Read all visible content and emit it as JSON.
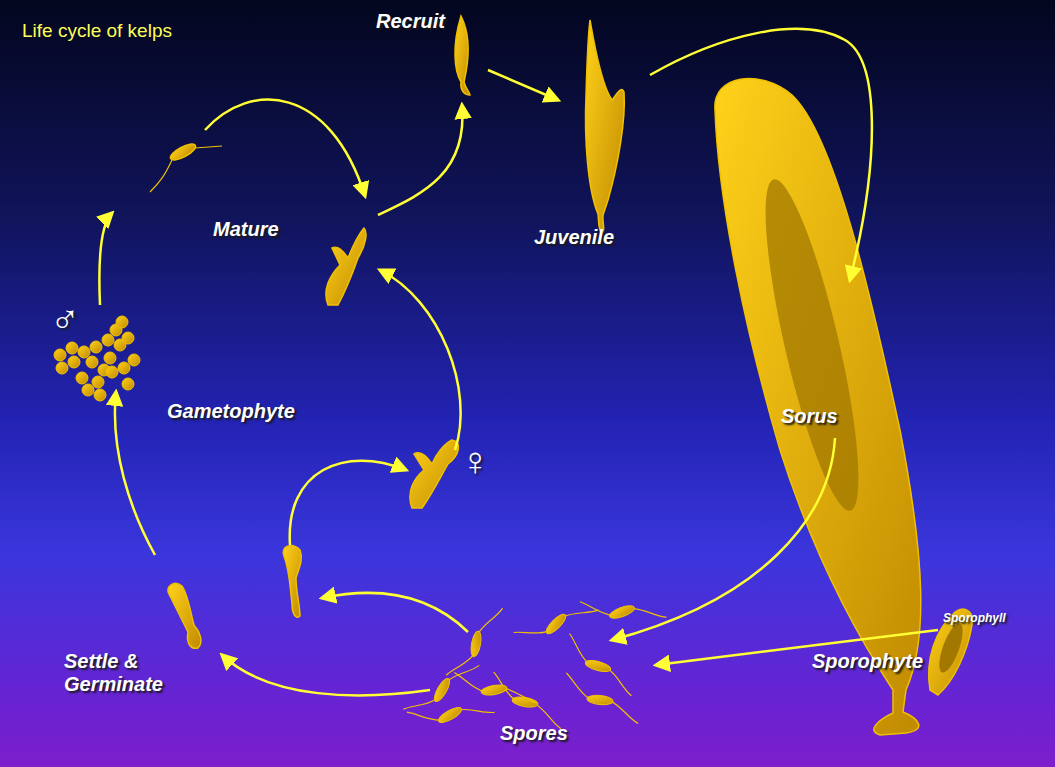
{
  "diagram": {
    "title": "Life cycle of kelps",
    "labels": [
      "Recruit",
      "Mature",
      "Juvenile",
      "♂",
      "Gametophyte",
      "Sorus",
      "♀",
      "Sporophyll",
      "Sporophyte",
      "Settle & Germinate",
      "Spores"
    ]
  }
}
